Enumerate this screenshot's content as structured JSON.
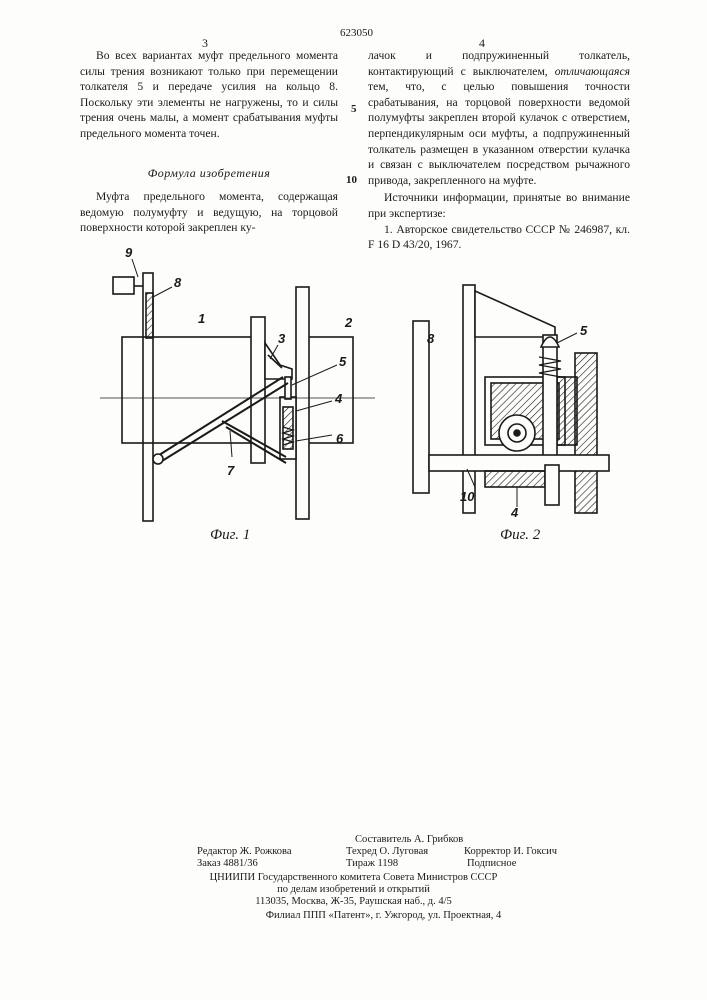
{
  "header": {
    "patent_number": "623050",
    "left_page": "3",
    "right_page": "4",
    "line_markers": [
      "5",
      "10"
    ]
  },
  "left_column": {
    "p1": "Во всех вариантах муфт предельного момента силы трения возникают только при перемещении толкателя 5 и передаче усилия на кольцо 8. Поскольку эти элементы не нагружены, то и силы трения очень малы, а момент срабатывания муфты предельного момента точен.",
    "heading": "Формула изобретения",
    "p2": "Муфта предельного момента, содержащая ведомую полумуфту и ведущую, на торцовой поверхности которой закреплен ку-"
  },
  "right_column": {
    "p1_start": "лачок и подпружиненный толкатель, контактирующий с выключателем,",
    "p1_italic": "отличающаяся",
    "p1_end": "тем, что, с целью повышения точности срабатывания, на торцовой поверхности ведомой полумуфты закреплен второй кулачок с отверстием, перпендикулярным оси муфты, а подпружиненный толкатель размещен в указанном отверстии кулачка и связан с выключателем посредством рычажного привода, закрепленного на муфте.",
    "sources_title": "Источники информации, принятые во внимание при экспертизе:",
    "source_1": "1. Авторское свидетельство СССР № 246987, кл. F 16 D 43/20, 1967."
  },
  "figures": {
    "fig1": {
      "caption": "Фиг. 1",
      "labels": [
        "9",
        "8",
        "1",
        "2",
        "3",
        "5",
        "4",
        "6",
        "7"
      ]
    },
    "fig2": {
      "caption": "Фиг. 2",
      "labels": [
        "8",
        "5",
        "10",
        "4"
      ]
    }
  },
  "imprint": {
    "compiler": "Составитель А. Грибков",
    "editor": "Редактор Ж. Рожкова",
    "techred": "Техред О. Луговая",
    "corrector": "Корректор И. Гоксич",
    "order": "Заказ 4881/36",
    "circulation": "Тираж 1198",
    "subscription": "Подписное",
    "org1": "ЦНИИПИ Государственного комитета Совета Министров СССР",
    "org2": "по делам изобретений и открытий",
    "address": "113035, Москва, Ж-35, Раушская наб., д. 4/5",
    "branch": "Филиал ППП «Патент», г. Ужгород, ул. Проектная, 4"
  },
  "colors": {
    "ink": "#1a1a1a",
    "paper": "#fdfdfb"
  }
}
